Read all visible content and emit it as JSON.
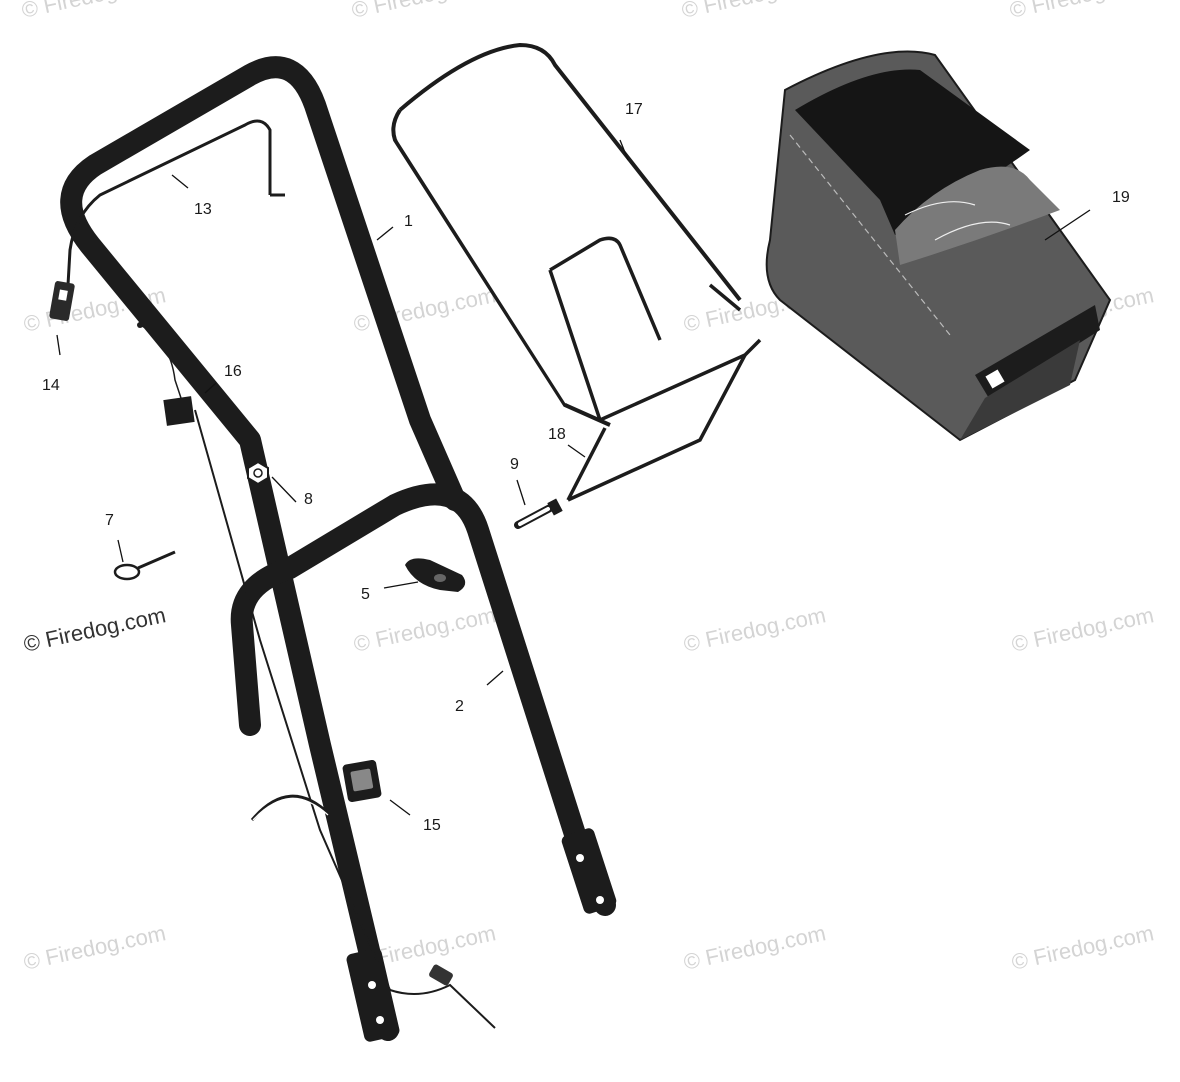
{
  "watermark": {
    "text": "© Firedog.com",
    "main_text": "© Firedog.com"
  },
  "callouts": {
    "p1": "1",
    "p2": "2",
    "p5": "5",
    "p7": "7",
    "p8": "8",
    "p9": "9",
    "p13": "13",
    "p14": "14",
    "p15": "15",
    "p16": "16",
    "p17": "17",
    "p18": "18",
    "p19": "19"
  },
  "colors": {
    "tube": "#1c1c1c",
    "bag": "#5a5a5a",
    "bag_dark": "#151515",
    "wire": "#222222",
    "watermark": "#d4d4d4"
  }
}
